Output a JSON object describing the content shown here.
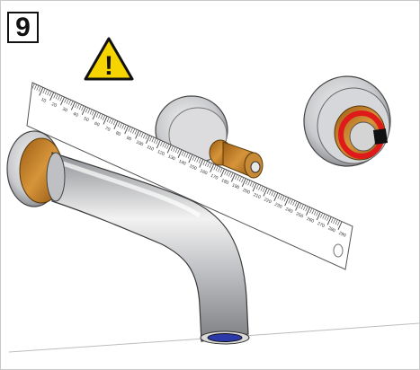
{
  "step": {
    "number": "9"
  },
  "warning": {
    "symbol": "!",
    "color": "#f5d400"
  },
  "ruler": {
    "ticks": [
      "10",
      "20",
      "30",
      "40",
      "50",
      "60",
      "70",
      "80",
      "90",
      "100",
      "110",
      "120",
      "130",
      "140",
      "150",
      "160",
      "170",
      "180",
      "190",
      "200",
      "210",
      "220",
      "230",
      "240",
      "250",
      "260",
      "270",
      "280",
      "290"
    ]
  },
  "colors": {
    "chrome": "#c8c9cc",
    "brass": "#c07b22",
    "ring_red": "#e01a1a",
    "wall": "#f4f4f4"
  }
}
